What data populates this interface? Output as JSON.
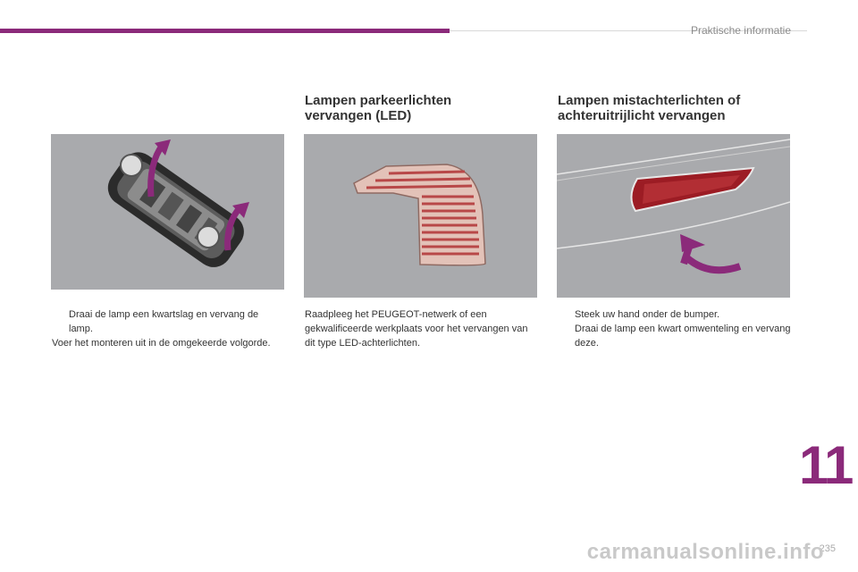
{
  "header": {
    "section_title": "Praktische informatie"
  },
  "columns": [
    {
      "heading": "",
      "image_alt": "lamp-holder-photo",
      "items": [
        {
          "type": "bullet",
          "marker": "",
          "text": "Draai de lamp een kwartslag en vervang de lamp."
        },
        {
          "type": "paragraph",
          "text": "Voer het monteren uit in de omgekeerde volgorde."
        }
      ]
    },
    {
      "heading_line1": "Lampen parkeerlichten",
      "heading_line2": "vervangen (LED)",
      "items": [
        {
          "type": "paragraph",
          "text": "Raadpleeg het PEUGEOT-netwerk of een gekwalificeerde werkplaats voor het vervangen van dit type LED-achterlichten."
        }
      ]
    },
    {
      "heading_line1": "Lampen mistachterlichten of",
      "heading_line2": "achteruitrijlicht vervangen",
      "items": [
        {
          "type": "bullet",
          "marker": "",
          "text": "Steek uw hand onder de bumper."
        },
        {
          "type": "bullet",
          "marker": "",
          "text": "Draai de lamp een kwart omwenteling en vervang deze."
        }
      ]
    }
  ],
  "footer": {
    "chapter_number": "11",
    "page_number": "235",
    "watermark": "carmanualsonline.info"
  },
  "colors": {
    "accent": "#8b2a7a",
    "photo_bg": "#a9aaad"
  }
}
